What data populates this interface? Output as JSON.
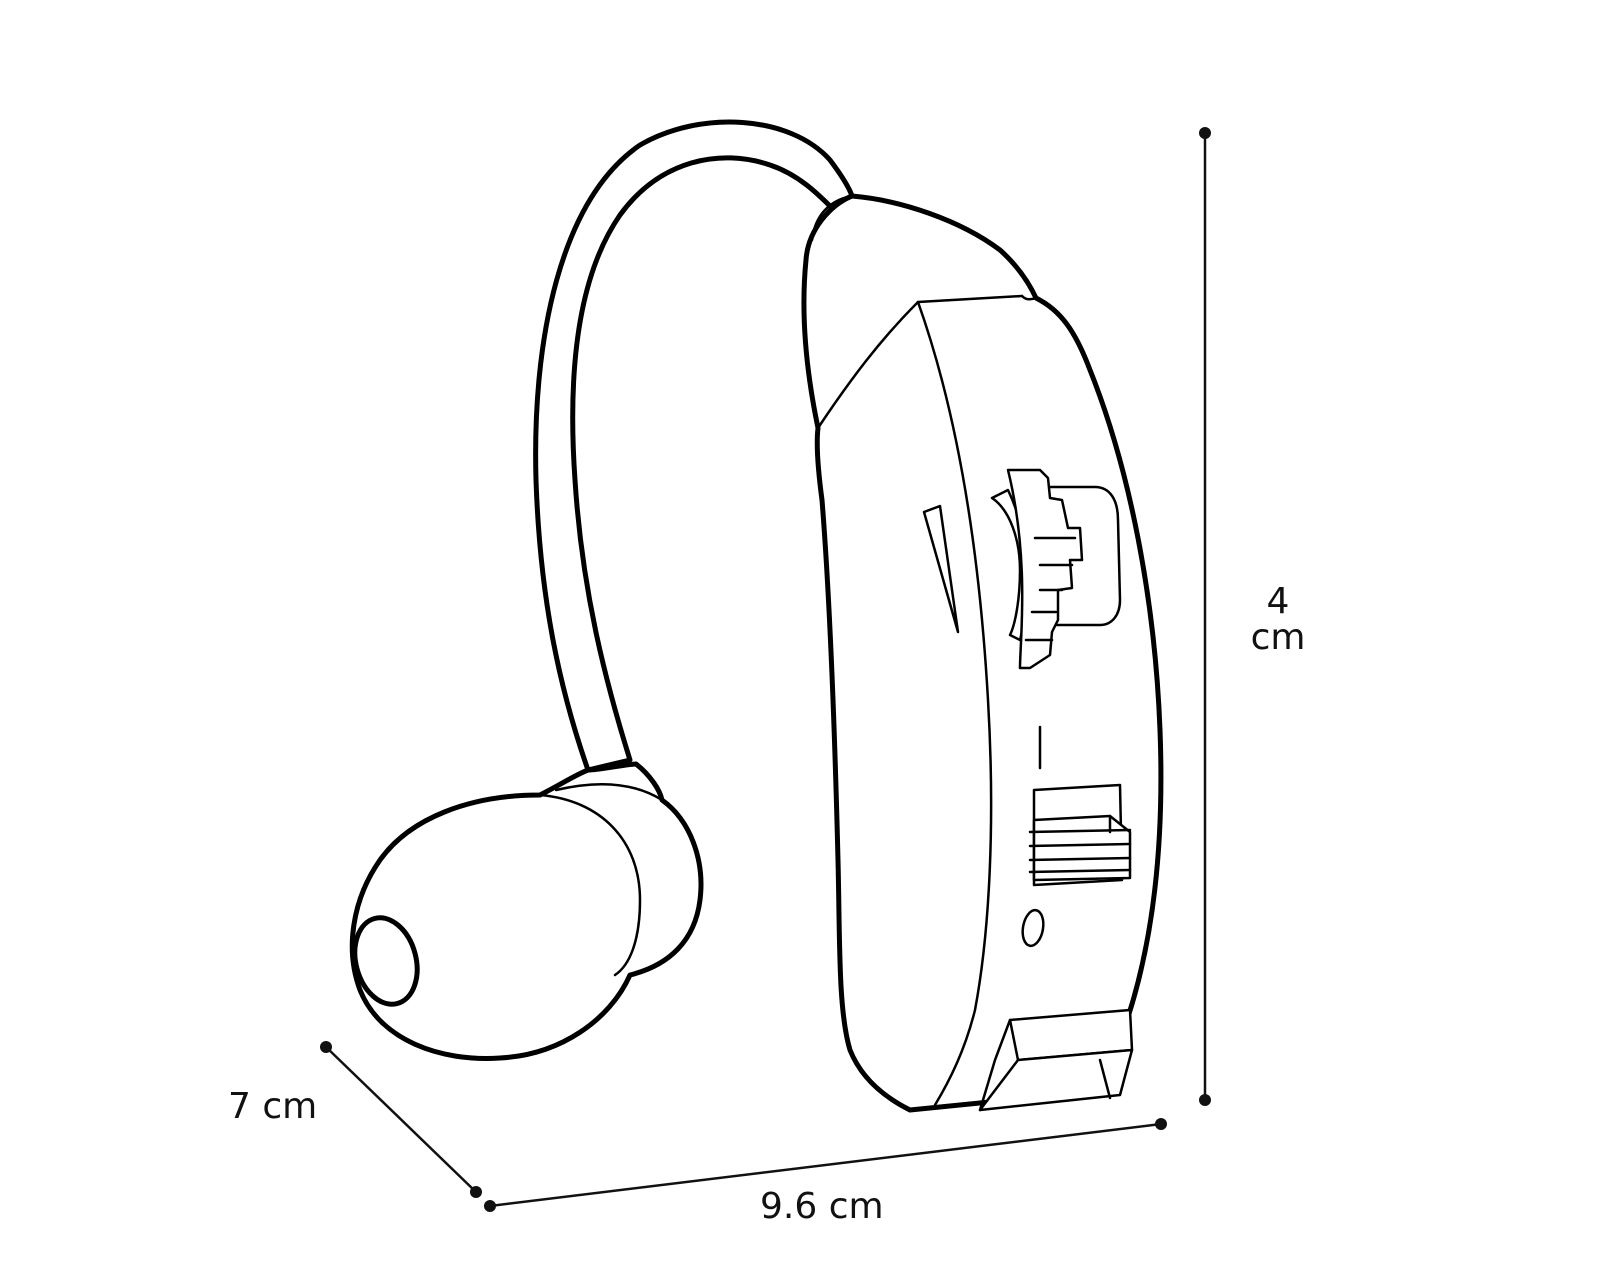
{
  "dimensions": {
    "height_value": "4",
    "height_unit": "cm",
    "depth": "7 cm",
    "width": "9.6 cm"
  },
  "colors": {
    "line": "#000000",
    "background": "#ffffff"
  }
}
